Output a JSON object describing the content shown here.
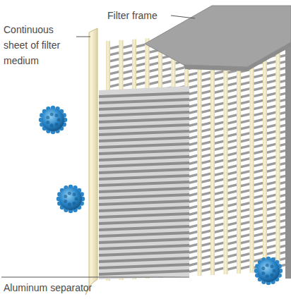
{
  "diagram": {
    "labels": [
      "Filter frame",
      "Continuous sheet of filter medium",
      "Aluminum separator"
    ]
  }
}
